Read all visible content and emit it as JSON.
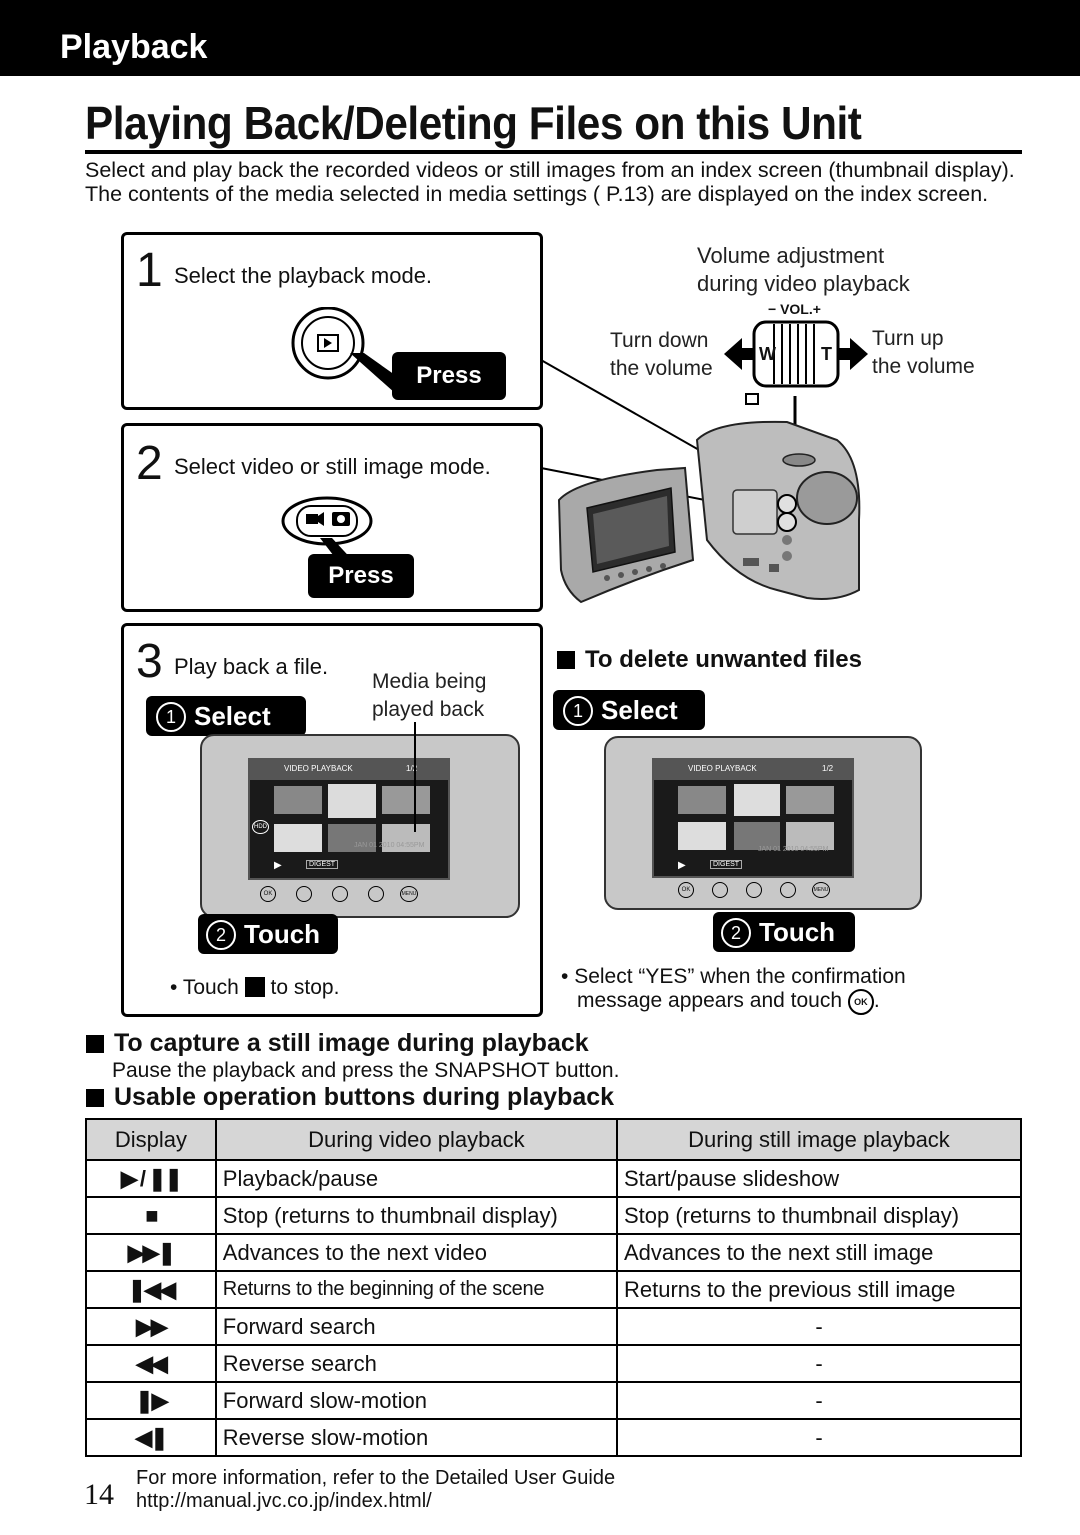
{
  "section_label": "Playback",
  "title": "Playing Back/Deleting Files on this Unit",
  "intro": "Select and play back the recorded videos or still images from an index screen (thumbnail display). The contents of the media selected in media settings ( P.13) are displayed on the index screen.",
  "step1": {
    "number": "1",
    "text": "Select the playback mode.",
    "press": "Press"
  },
  "step2": {
    "number": "2",
    "text": "Select video or still image mode.",
    "press": "Press"
  },
  "step3": {
    "number": "3",
    "text": "Play back a file.",
    "media_label": "Media being played back",
    "select": "Select",
    "touch": "Touch",
    "note_a": "Touch",
    "note_b": "to stop."
  },
  "volume": {
    "heading_line1": "Volume adjustment",
    "heading_line2": "during video playback",
    "vol_label": "− VOL.+",
    "turn_down_1": "Turn down",
    "turn_down_2": "the volume",
    "turn_up_1": "Turn up",
    "turn_up_2": "the volume",
    "w": "W",
    "t": "T"
  },
  "screen": {
    "title": "VIDEO PLAYBACK",
    "page": "1/2",
    "date": "JAN 01 2010 04:55PM",
    "digest": "DIGEST",
    "hdd": "HDD",
    "ok": "OK",
    "menu": "MENU"
  },
  "delete": {
    "heading": "To delete unwanted files",
    "select": "Select",
    "touch": "Touch",
    "note_line1": "Select “YES” when the confirmation",
    "note_line2": "message appears and touch",
    "ok": "OK"
  },
  "capture": {
    "heading": "To capture a still image during playback",
    "text": "Pause the playback and press the SNAPSHOT button."
  },
  "usable_heading": "Usable operation buttons during playback",
  "table": {
    "headers": [
      "Display",
      "During video playback",
      "During still image playback"
    ],
    "rows": [
      {
        "display": "▶ / ❚❚",
        "video": "Playback/pause",
        "still": "Start/pause slideshow"
      },
      {
        "display": "■",
        "video": "Stop (returns to thumbnail display)",
        "still": "Stop (returns to thumbnail display)"
      },
      {
        "display": "▶▶❚",
        "video": "Advances to the next video",
        "still": "Advances to the next still image"
      },
      {
        "display": "❚◀◀",
        "video": "Returns to the beginning of the scene",
        "still": "Returns to the previous still image"
      },
      {
        "display": "▶▶",
        "video": "Forward search",
        "still": "-"
      },
      {
        "display": "◀◀",
        "video": "Reverse search",
        "still": "-"
      },
      {
        "display": "❚▶",
        "video": "Forward slow-motion",
        "still": "-"
      },
      {
        "display": "◀❚",
        "video": "Reverse slow-motion",
        "still": "-"
      }
    ]
  },
  "footer": {
    "page_number": "14",
    "line1": "For more information, refer to the Detailed User Guide",
    "line2": "http://manual.jvc.co.jp/index.html/"
  }
}
